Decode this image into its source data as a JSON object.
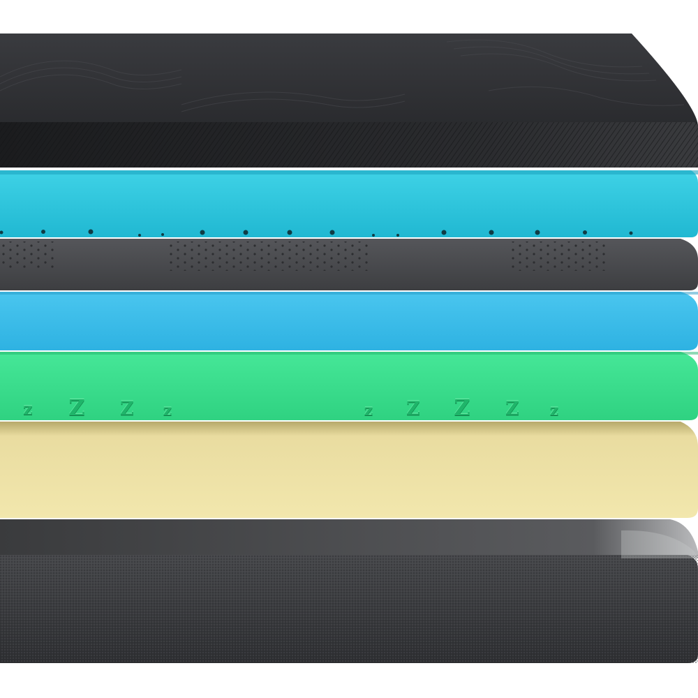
{
  "image": {
    "subject": "mattress layers",
    "background_color": "#ffffff"
  },
  "layers": [
    {
      "name": "cover-top",
      "color": "#2a2b2e",
      "edge_color": "#18191b",
      "texture": "wavy-knit"
    },
    {
      "name": "cyan-foam",
      "color": "#2fc6dd",
      "edge_color": "#1aaac3",
      "texture": "smooth"
    },
    {
      "name": "perforated-gray",
      "color": "#4a4b4f",
      "edge_color": "#3a3b3e",
      "texture": "perforated"
    },
    {
      "name": "blue-foam",
      "color": "#3bbbe8",
      "edge_color": "#27a7d6",
      "texture": "smooth"
    },
    {
      "name": "green-foam",
      "color": "#39df8c",
      "edge_color": "#24c778",
      "texture": "z-emboss"
    },
    {
      "name": "yellow-foam",
      "color": "#eee2a2",
      "edge_color": "#d8cb87",
      "texture": "smooth"
    },
    {
      "name": "base-cover",
      "color": "#3c3d40",
      "edge_color": "#2a2b2d",
      "texture": "fabric"
    }
  ],
  "embossed_letters": [
    {
      "text": "z",
      "size": "small"
    },
    {
      "text": "Z",
      "size": "large"
    },
    {
      "text": "Z",
      "size": "medium"
    },
    {
      "text": "z",
      "size": "small"
    },
    {
      "text": "z",
      "size": "small"
    },
    {
      "text": "Z",
      "size": "medium"
    },
    {
      "text": "Z",
      "size": "large"
    },
    {
      "text": "Z",
      "size": "medium"
    },
    {
      "text": "z",
      "size": "small"
    }
  ]
}
